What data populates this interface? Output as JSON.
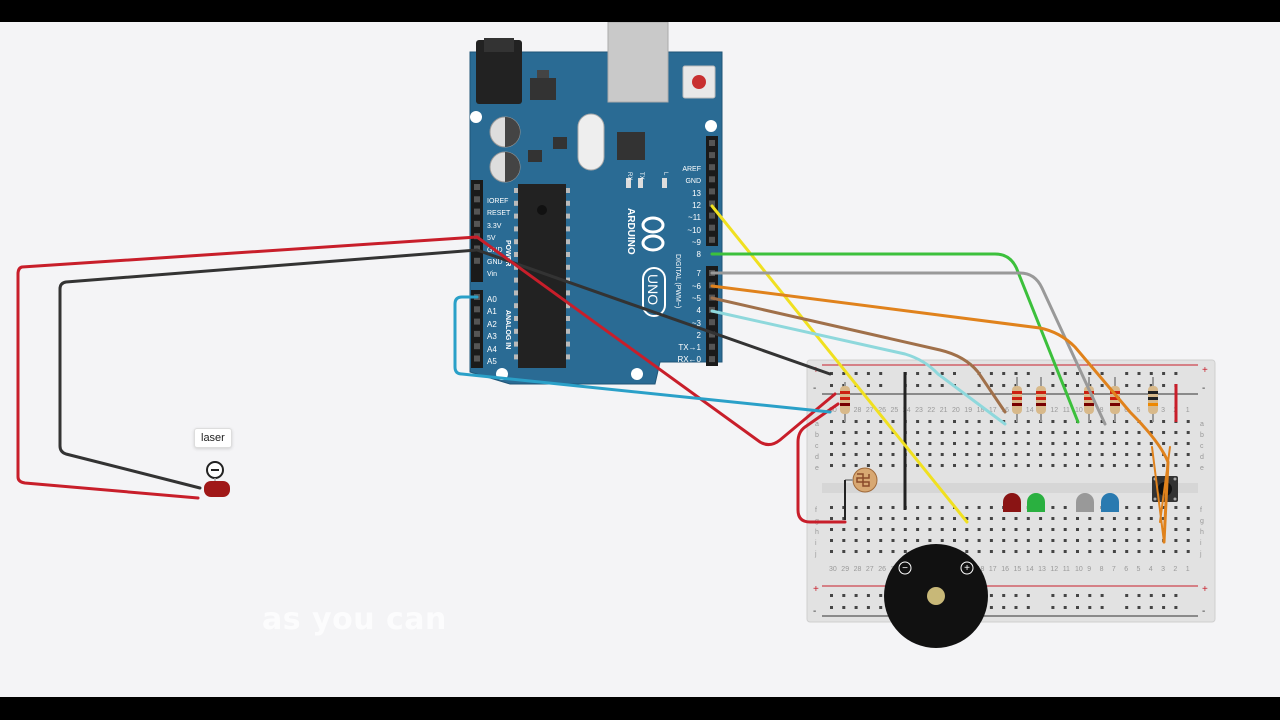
{
  "scene": {
    "caption": "as you can",
    "laser_tooltip": "laser"
  },
  "arduino": {
    "brand": "ARDUINO",
    "model": "UNO",
    "header_digital": "DIGITAL (PWM~)",
    "header_power": "POWER",
    "header_analog": "ANALOG IN",
    "power_pins": [
      "IOREF",
      "RESET",
      "3.3V",
      "5V",
      "GND",
      "GND",
      "Vin"
    ],
    "analog_pins": [
      "A0",
      "A1",
      "A2",
      "A3",
      "A4",
      "A5"
    ],
    "digital_top_pins": [
      "AREF",
      "GND",
      "13",
      "12",
      "~11",
      "~10",
      "~9",
      "8"
    ],
    "digital_bottom_pins": [
      "7",
      "~6",
      "~5",
      "4",
      "~3",
      "2",
      "TX→1",
      "RX←0"
    ],
    "leds": [
      "RX",
      "TX",
      "L"
    ]
  },
  "breadboard": {
    "rows_top": [
      "a",
      "b",
      "c",
      "d",
      "e"
    ],
    "rows_bottom": [
      "f",
      "g",
      "h",
      "i",
      "j"
    ],
    "rail_plus": "+",
    "rail_minus": "-",
    "columns": [
      "30",
      "29",
      "28",
      "27",
      "26",
      "25",
      "24",
      "23",
      "22",
      "21",
      "20",
      "19",
      "18",
      "17",
      "16",
      "15",
      "14",
      "13",
      "12",
      "11",
      "10",
      "9",
      "8",
      "7",
      "6",
      "5",
      "4",
      "3",
      "2",
      "1"
    ]
  },
  "buzzer": {
    "minus": "−",
    "plus": "+"
  },
  "colors": {
    "board": "#2a6b94",
    "red_wire": "#c81e2a",
    "black_wire": "#333333",
    "blue_wire": "#2aa0c8",
    "yellow_wire": "#f0e020",
    "green_wire": "#3cc03c",
    "gray_wire": "#999999",
    "orange_wire": "#e0821c",
    "brown_wire": "#a0704a",
    "cyan_wire": "#8ed8dc"
  }
}
